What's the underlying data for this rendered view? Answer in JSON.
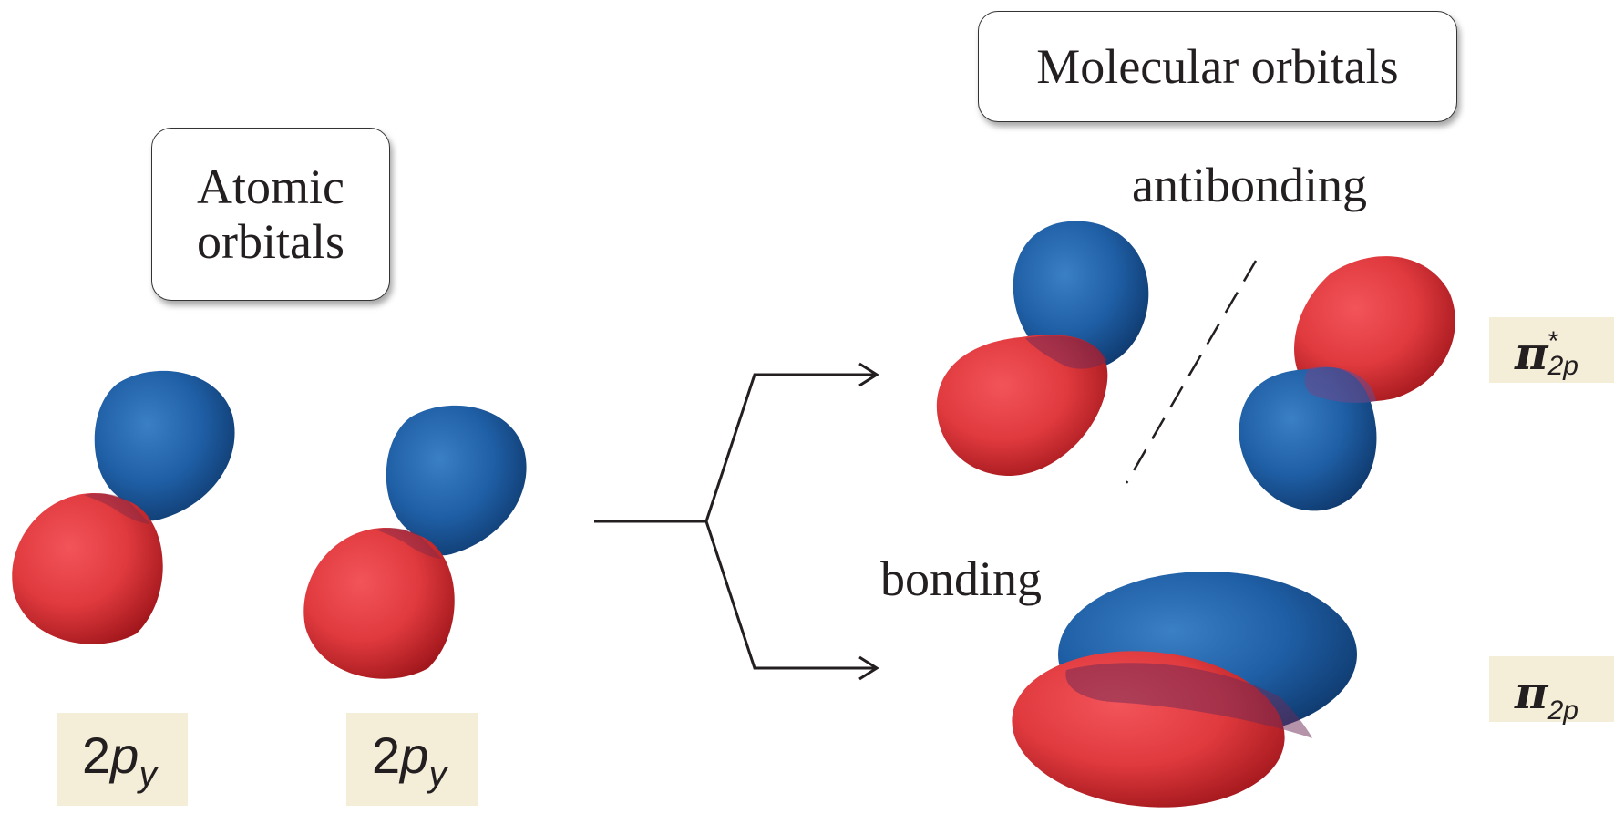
{
  "header": {
    "atomic_box": "Atomic orbitals",
    "molecular_box": "Molecular orbitals"
  },
  "labels": {
    "antibonding": "antibonding",
    "bonding": "bonding"
  },
  "atomic_tags": [
    {
      "base": "2",
      "orbital": "p",
      "subscript": "y"
    },
    {
      "base": "2",
      "orbital": "p",
      "subscript": "y"
    }
  ],
  "molecular_tags": {
    "antibonding": {
      "symbol": "π",
      "superscript": "*",
      "subscript": "2p"
    },
    "bonding": {
      "symbol": "π",
      "subscript": "2p"
    }
  },
  "colors": {
    "positive_lobe": "#e03a3e",
    "negative_lobe": "#1f5fa6",
    "label_background": "#f4eed9",
    "line": "#231f20"
  }
}
